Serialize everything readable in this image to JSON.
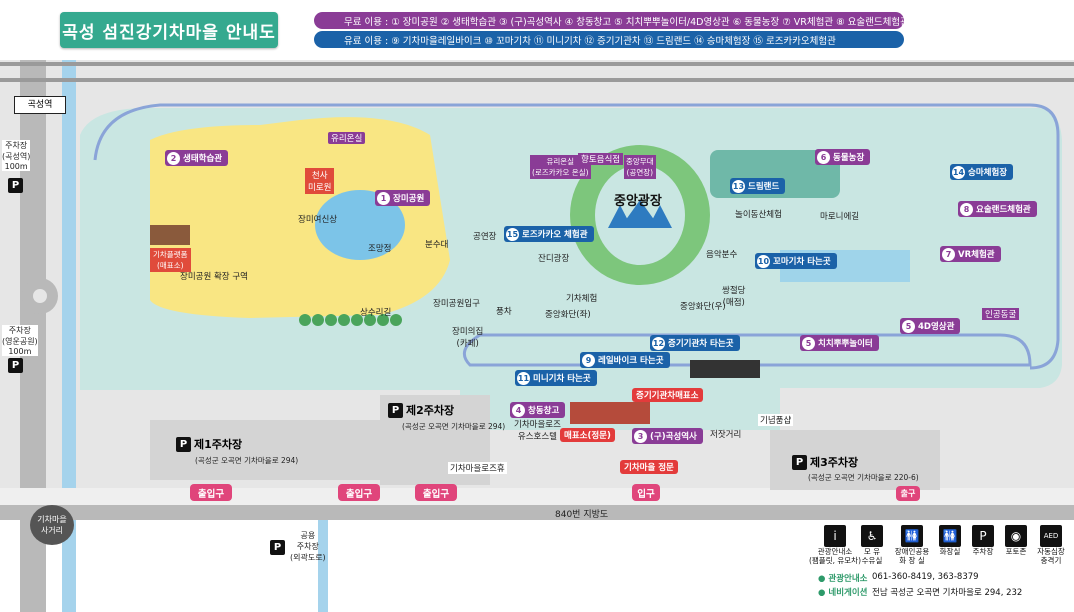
{
  "title": "곡성 섬진강기차마을 안내도",
  "free_bar": "무료 이용 : ① 장미공원 ② 생태학습관 ③ (구)곡성역사 ④ 창동창고 ⑤ 치치뿌뿌놀이터/4D영상관 ⑥ 동물농장 ⑦ VR체험관 ⑧ 요술랜드체험관",
  "paid_bar": "유료 이용 : ⑨ 기차마을레일바이크 ⑩ 꼬마기차 ⑪ 미니기차 ⑫ 증기기관차 ⑬ 드림랜드 ⑭ 승마체험장 ⑮ 로즈카카오체험관",
  "colors": {
    "free": "#8a3c96",
    "paid": "#1b62a8",
    "title": "#35a98f",
    "exit": "#e0457b",
    "ground": "#c9e6e2",
    "yellow": "#f7e27a"
  },
  "places": {
    "p1": {
      "n": "1",
      "label": "장미공원"
    },
    "p2": {
      "n": "2",
      "label": "생태학습관"
    },
    "p3": {
      "n": "3",
      "label": "(구)곡성역사"
    },
    "p4": {
      "n": "4",
      "label": "창동창고"
    },
    "p5": {
      "n": "5",
      "label": "4D영상관"
    },
    "p5b": {
      "n": "5",
      "label": "치치뿌뿌놀이터"
    },
    "p6": {
      "n": "6",
      "label": "동물농장"
    },
    "p7": {
      "n": "7",
      "label": "VR체험관"
    },
    "p8": {
      "n": "8",
      "label": "요술랜드체험관"
    },
    "p9": {
      "n": "9",
      "label": "레일바이크 타는곳"
    },
    "p10": {
      "n": "10",
      "label": "꼬마기차 타는곳"
    },
    "p11": {
      "n": "11",
      "label": "미니기차 타는곳"
    },
    "p12": {
      "n": "12",
      "label": "증기기관차 타는곳"
    },
    "p13": {
      "n": "13",
      "label": "드림랜드"
    },
    "p14": {
      "n": "14",
      "label": "승마체험장"
    },
    "p15": {
      "n": "15",
      "label": "로즈카카오 체험관"
    }
  },
  "labels": {
    "gokseong_station": "곡성역",
    "parking_gokseong": "주차장\n(곡성역)\n100m",
    "parking_public": "주차장\n(영운공원)\n100m",
    "yurionsil": "유리온실",
    "cheonsa": "천사\n미로원",
    "jangmi_ext": "장미공원 확장 구역",
    "yeosin": "장미여신상",
    "jomangdae": "조망정",
    "bunsudae": "분수대",
    "eco_ticket": "기차플랫폼\n(매표소)",
    "sangsurijeong": "상수리길",
    "jangmi_entrance": "장미공원입구",
    "cafe": "장미의집\n(카페)",
    "pungcha": "풍차",
    "gongyeonjang": "공연장",
    "jandi": "잔디광장",
    "yurionsil2": "유리온실\n(로즈카카오 온실)",
    "hyangto": "향토음식점",
    "central_stage": "중앙무대\n(공연장)",
    "central_plaza": "중앙광장",
    "train_exp": "기차체험",
    "central_bridge1": "중앙화단(좌)",
    "central_bridge2": "중앙화단(우)",
    "music_fountain": "음악분수",
    "sangpil": "쌍절당\n(매점)",
    "maron": "마로니에길",
    "amusement": "놀이동산체험",
    "ingong": "인공동굴",
    "gichamaeul_ticket": "증기기관차매표소",
    "ticket_main": "매표소(정문)",
    "gicha_jeongmun": "기차마을 정문",
    "jeojatgeori": "저잣거리",
    "ginyeom": "기념품샵",
    "yuseu": "기차마을로즈\n유스호스텔",
    "yuseu_sign": "기차마을로즈휴",
    "gichamaeul_sageori": "기차마을\n사거리",
    "road": "840번 지방도",
    "public_parking": "공용\n주차장\n(외곽도로)",
    "p_label": "P",
    "parking1": "제1주차장",
    "parking1_addr": "(곡성군 오곡면 기차마을로 294)",
    "parking2": "제2주차장",
    "parking2_addr": "(곡성군 오곡면 기차마을로 294)",
    "parking3": "제3주차장",
    "parking3_addr": "(곡성군 오곡면 기차마을로 220-6)",
    "exit": "출입구",
    "entrance": "입구",
    "exit_small": "출구"
  },
  "legend": {
    "items": [
      {
        "icon": "i",
        "label": "관광안내소\n(팸플릿, 유모차)"
      },
      {
        "icon": "♿",
        "label": "모 유\n수유실"
      },
      {
        "icon": "🚻",
        "label": "장애인공용\n화 장 실"
      },
      {
        "icon": "🚻",
        "label": "화장실"
      },
      {
        "icon": "P",
        "label": "주차장"
      },
      {
        "icon": "◉",
        "label": "포토존"
      },
      {
        "icon": "AED",
        "label": "자동심장\n충격기"
      }
    ],
    "info_label": "● 관광안내소",
    "info_value": "061-360-8419, 363-8379",
    "nav_label": "● 네비게이션",
    "nav_value": "전남 곡성군 오곡면 기차마을로 294, 232"
  }
}
